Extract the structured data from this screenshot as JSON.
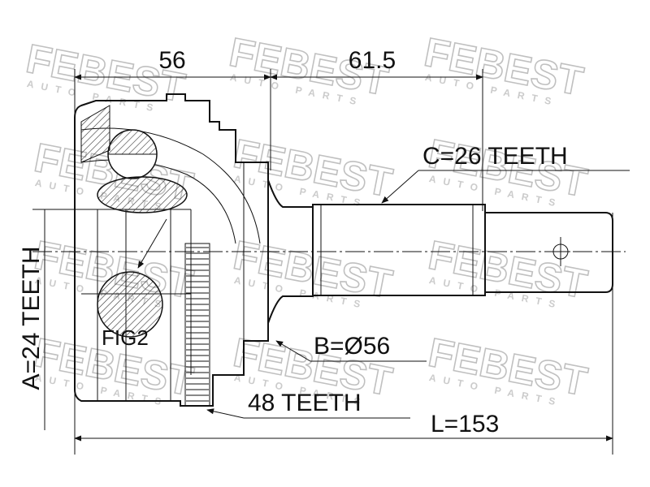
{
  "watermark": {
    "brand": "FEBEST",
    "subtitle": "AUTO PARTS"
  },
  "dimensions": {
    "outer_width": "56",
    "shaft_length": "61.5",
    "total_length": "L=153",
    "spline_outer": "C=26 TEETH",
    "spline_inner": "A=24 TEETH",
    "abs_ring": "48 TEETH",
    "seal_diameter": "B=Ø56",
    "figure_label": "FIG2"
  }
}
